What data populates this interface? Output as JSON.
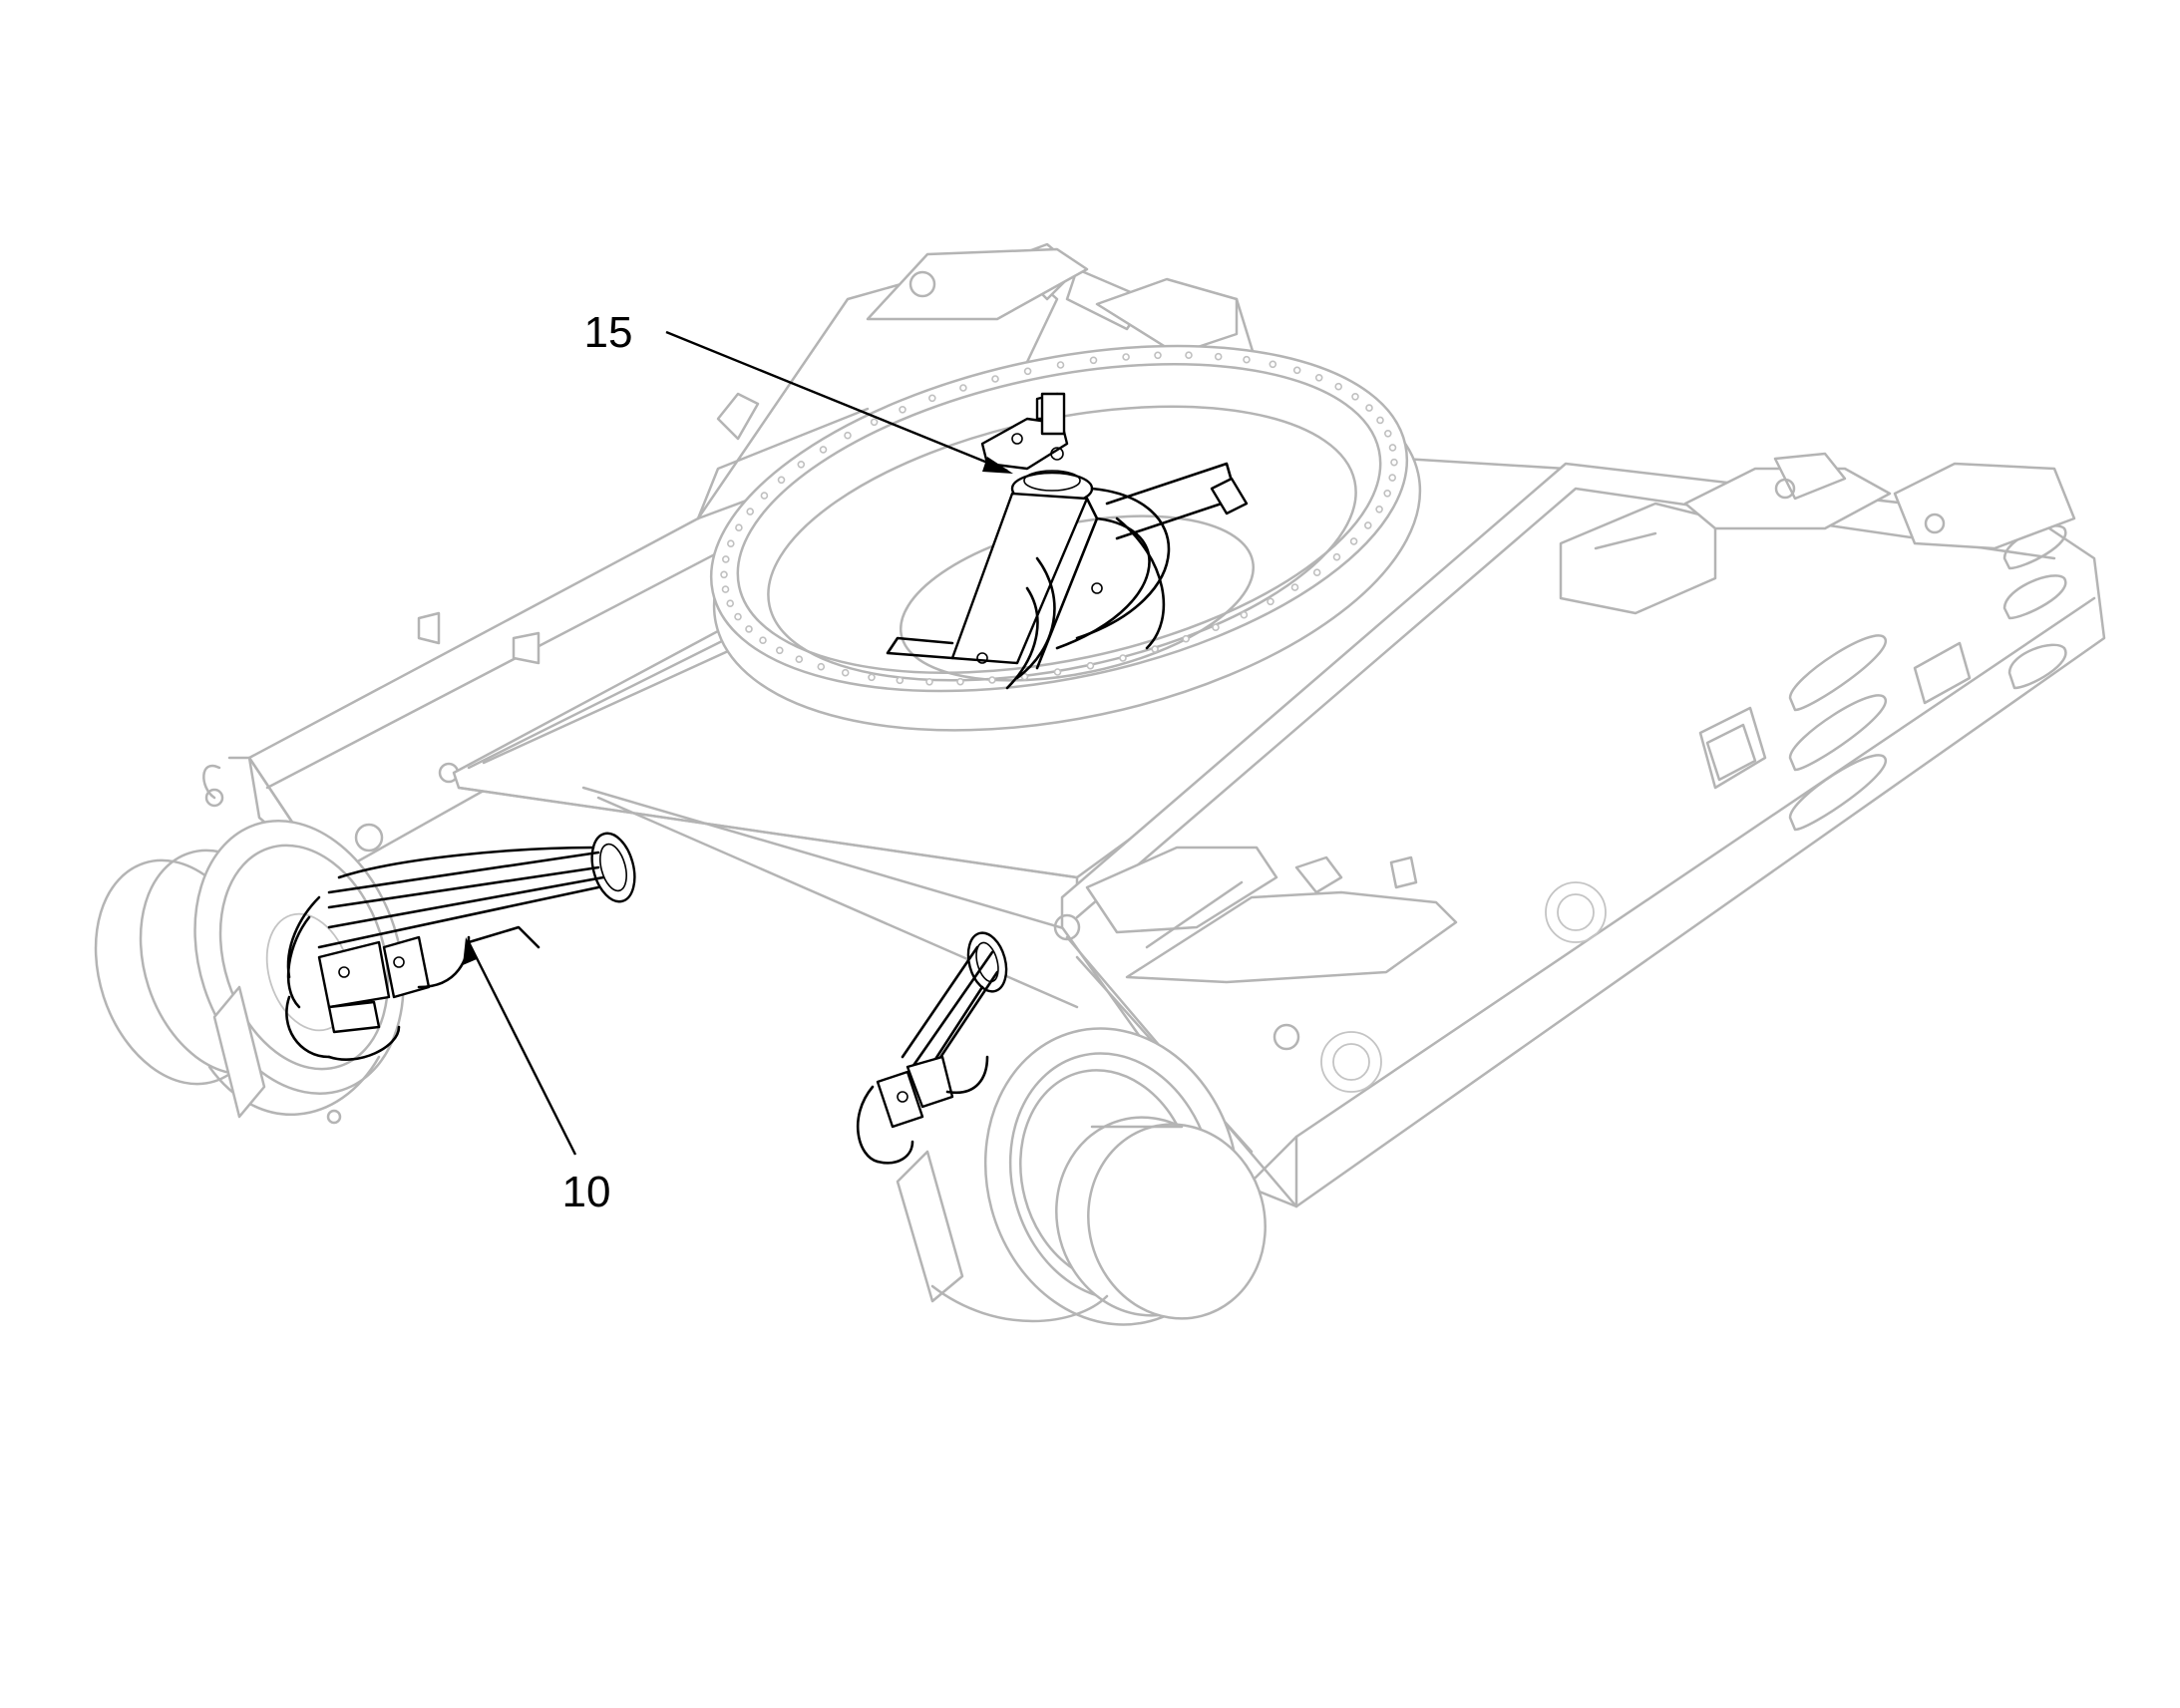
{
  "callouts": [
    {
      "id": "15",
      "label": "15"
    },
    {
      "id": "10",
      "label": "10"
    }
  ]
}
